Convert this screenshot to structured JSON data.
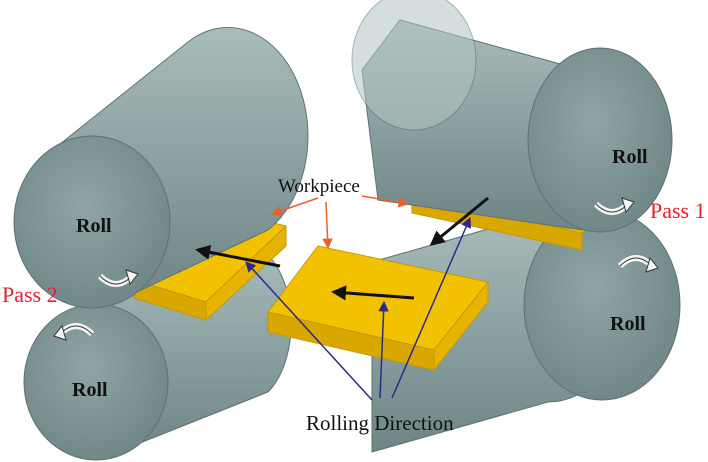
{
  "labels": {
    "roll_top_right": "Roll",
    "roll_bottom_right": "Roll",
    "roll_top_left": "Roll",
    "roll_bottom_left": "Roll",
    "pass_1": "Pass 1",
    "pass_2": "Pass 2",
    "workpiece": "Workpiece",
    "rolling_direction": "Rolling Direction"
  },
  "colors": {
    "roll_body": "#8fa4a4",
    "roll_face": "#7f9696",
    "workpiece_top": "#f2c200",
    "workpiece_side": "#d9a800",
    "rolling_arrow": "#2b2a8c",
    "workpiece_arrow": "#e8602a",
    "pass_label": "#e8202a"
  },
  "icons": [
    "rotation-arrow-icon",
    "direction-arrow-icon"
  ]
}
